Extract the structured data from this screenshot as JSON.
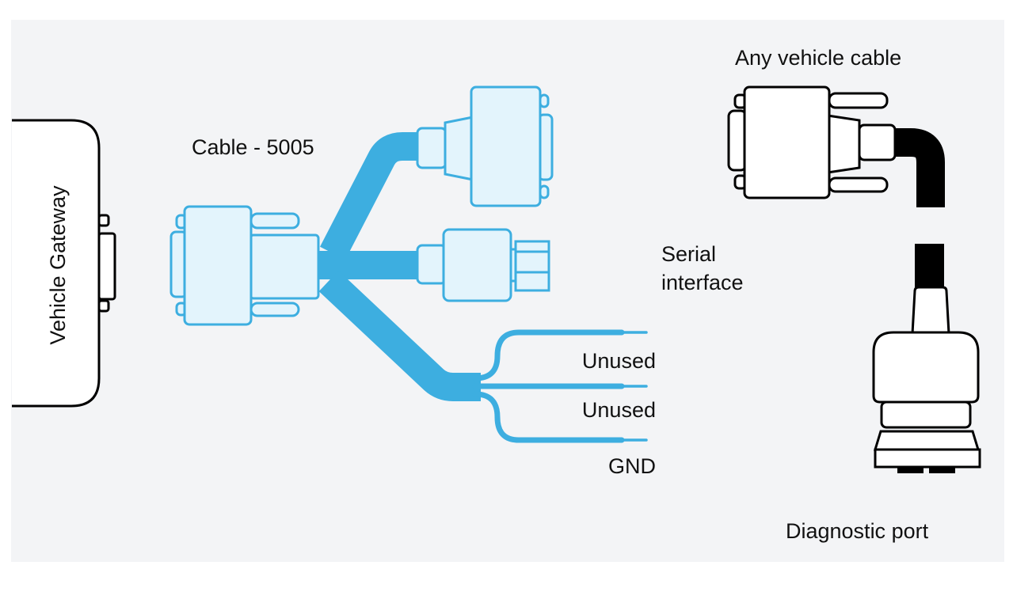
{
  "colors": {
    "background": "#f3f4f6",
    "cable_accent": "#3daee0",
    "connector_fill": "#e3f4fc",
    "vehicle_cable": "#000000"
  },
  "labels": {
    "gateway": "Vehicle Gateway",
    "cable": "Cable - 5005",
    "serial_line1": "Serial",
    "serial_line2": "interface",
    "wire1": "Unused",
    "wire2": "Unused",
    "wire3": "GND",
    "vehicle_cable": "Any vehicle cable",
    "diagnostic_port": "Diagnostic port"
  }
}
